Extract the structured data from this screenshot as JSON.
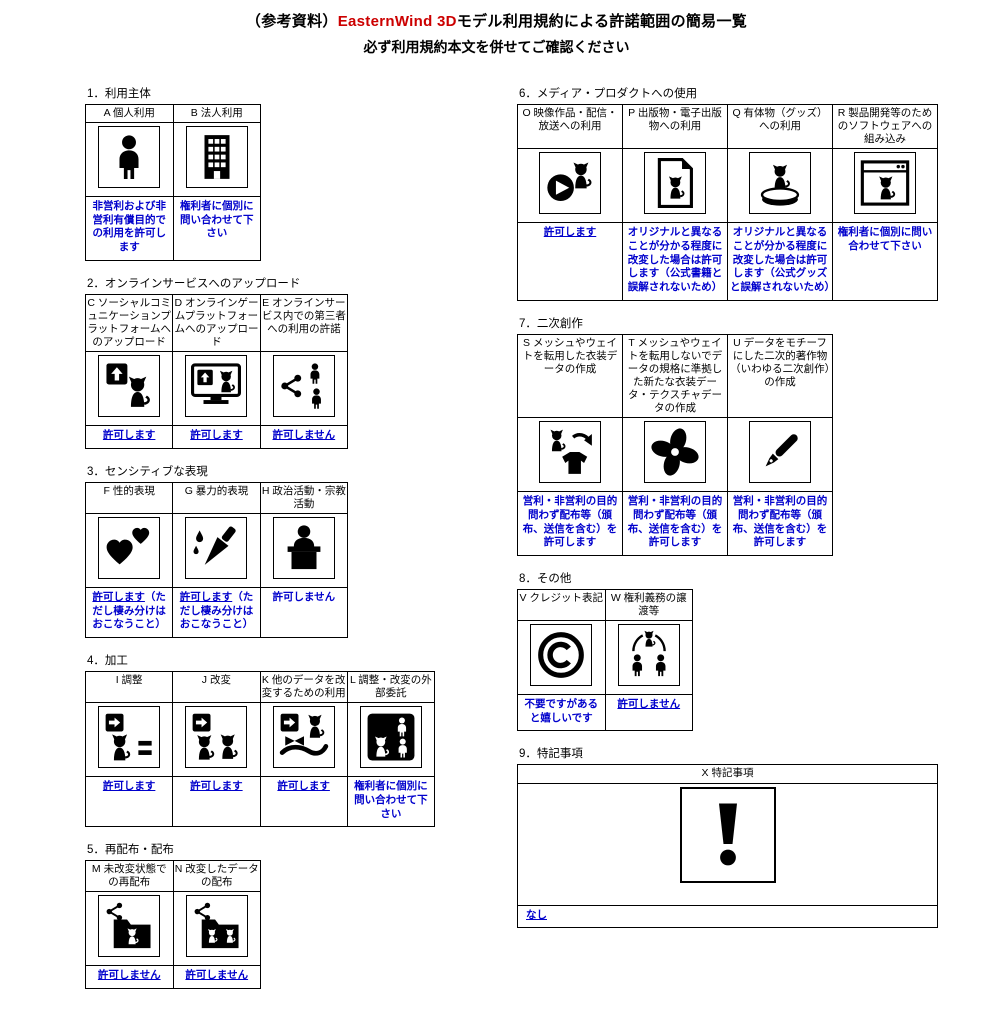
{
  "title": {
    "prefix": "（参考資料）",
    "brand": "EasternWind 3D",
    "suffix": "モデル利用規約による許諾範囲の簡易一覧",
    "subtitle": "必ず利用規約本文を併せてご確認ください"
  },
  "colors": {
    "brand_red": "#cc0000",
    "permission_blue": "#0000cc",
    "border_black": "#000000",
    "background": "#ffffff"
  },
  "sections": [
    {
      "heading": "1．利用主体",
      "cells": [
        {
          "id": "A",
          "label": "A 個人利用",
          "icon": "person-icon",
          "permission": "非営利および非営利有償目的での利用を許可します",
          "underline": false
        },
        {
          "id": "B",
          "label": "B 法人利用",
          "icon": "building-icon",
          "permission": "権利者に個別に問い合わせて下さい",
          "underline": false
        }
      ]
    },
    {
      "heading": "2．オンラインサービスへのアップロード",
      "cells": [
        {
          "id": "C",
          "label": "C ソーシャルコミュニケーションプラットフォームへのアップロード",
          "icon": "upload-cat-icon",
          "permission": "許可します",
          "underline": true
        },
        {
          "id": "D",
          "label": "D オンラインゲームプラットフォームへのアップロード",
          "icon": "monitor-upload-cat-icon",
          "permission": "許可します",
          "underline": true
        },
        {
          "id": "E",
          "label": "E オンラインサービス内での第三者への利用の許諾",
          "icon": "share-network-people-icon",
          "permission": "許可しません",
          "underline": true
        }
      ]
    },
    {
      "heading": "3．センシティブな表現",
      "cells": [
        {
          "id": "F",
          "label": "F 性的表現",
          "icon": "hearts-icon",
          "permission": "許可します",
          "permission_note": "（ただし棲み分けはおこなうこと）",
          "underline": true
        },
        {
          "id": "G",
          "label": "G 暴力的表現",
          "icon": "knife-drops-icon",
          "permission": "許可します",
          "permission_note": "（ただし棲み分けはおこなうこと）",
          "underline": true
        },
        {
          "id": "H",
          "label": "H 政治活動・宗教活動",
          "icon": "podium-speech-icon",
          "permission": "許可しません",
          "underline": false
        }
      ]
    },
    {
      "heading": "4．加工",
      "cells": [
        {
          "id": "I",
          "label": "I 調整",
          "icon": "adjust-cat-equal-icon",
          "permission": "許可します",
          "underline": true
        },
        {
          "id": "J",
          "label": "J 改変",
          "icon": "modify-cats-icon",
          "permission": "許可します",
          "underline": true
        },
        {
          "id": "K",
          "label": "K 他のデータを改変するための利用",
          "icon": "modify-other-data-cat-icon",
          "permission": "許可します",
          "underline": true
        },
        {
          "id": "L",
          "label": "L 調整・改変の外部委託",
          "icon": "outsourcing-box-icon",
          "permission": "権利者に個別に問い合わせて下さい",
          "underline": false
        }
      ]
    },
    {
      "heading": "5．再配布・配布",
      "cells": [
        {
          "id": "M",
          "label": "M 未改変状態での再配布",
          "icon": "share-folder-cat-icon",
          "permission": "許可しません",
          "underline": true
        },
        {
          "id": "N",
          "label": "N 改変したデータの配布",
          "icon": "share-folder-modified-cats-icon",
          "permission": "許可しません",
          "underline": true
        }
      ]
    },
    {
      "heading": "6．メディア・プロダクトへの使用",
      "cells": [
        {
          "id": "O",
          "label": "O 映像作品・配信・放送への利用",
          "icon": "video-play-cat-icon",
          "permission": "許可します",
          "underline": true
        },
        {
          "id": "P",
          "label": "P 出版物・電子出版物への利用",
          "icon": "document-cat-icon",
          "permission": "オリジナルと異なることが分かる程度に改変した場合は許可します（公式書籍と誤解されないため）",
          "underline": false
        },
        {
          "id": "Q",
          "label": "Q 有体物（グッズ）への利用",
          "icon": "figurine-cat-icon",
          "permission": "オリジナルと異なることが分かる程度に改変した場合は許可します（公式グッズと誤解されないため）",
          "underline": false
        },
        {
          "id": "R",
          "label": "R 製品開発等のためのソフトウェアへの組み込み",
          "icon": "software-window-cat-icon",
          "permission": "権利者に個別に問い合わせて下さい",
          "underline": false
        }
      ]
    },
    {
      "heading": "7．二次創作",
      "cells": [
        {
          "id": "S",
          "label": "S メッシュやウェイトを転用した衣装データの作成",
          "icon": "mesh-reuse-costume-icon",
          "permission": "営利・非営利の目的問わず配布等（頒布、送信を含む）を許可します",
          "underline": false
        },
        {
          "id": "T",
          "label": "T メッシュやウェイトを転用しないでデータの規格に準拠した新たな衣装データ・テクスチャデータの作成",
          "icon": "new-costume-flower-icon",
          "permission": "営利・非営利の目的問わず配布等（頒布、送信を含む）を許可します",
          "underline": false
        },
        {
          "id": "U",
          "label": "U データをモチーフにした二次的著作物（いわゆる二次創作）の作成",
          "icon": "fountain-pen-icon",
          "permission": "営利・非営利の目的問わず配布等（頒布、送信を含む）を許可します",
          "underline": false
        }
      ]
    },
    {
      "heading": "8．その他",
      "cells": [
        {
          "id": "V",
          "label": "V クレジット表記",
          "icon": "copyright-icon",
          "permission": "不要ですがあると嬉しいです",
          "underline": false
        },
        {
          "id": "W",
          "label": "W 権利義務の譲渡等",
          "icon": "people-transfer-cat-icon",
          "permission": "許可しません",
          "underline": true
        }
      ]
    },
    {
      "heading": "9．特記事項",
      "cells": [
        {
          "id": "X",
          "label": "X 特記事項",
          "icon": "exclamation-icon",
          "permission": "なし",
          "underline": true
        }
      ]
    }
  ]
}
